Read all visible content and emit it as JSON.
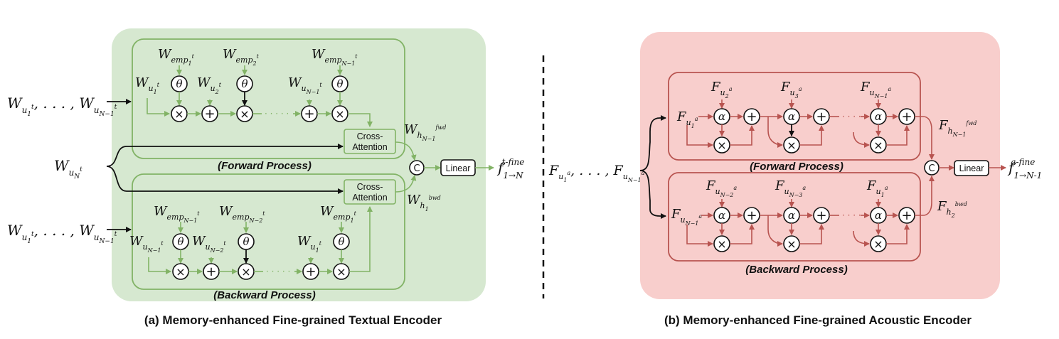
{
  "panel_a": {
    "caption": "(a) Memory-enhanced Fine-grained Textual Encoder",
    "forward_label": "(Forward Process)",
    "backward_label": "(Backward Process)",
    "cross_attention_fwd": [
      "Cross-",
      "Attention"
    ],
    "cross_attention_bwd": [
      "Cross-",
      "Attention"
    ],
    "linear": "Linear",
    "concat_symbol": "C",
    "theta_symbol": "θ",
    "input_fwd": "W_{u_1^t}, . . . , W_{u_{N-1}^t}",
    "input_mid": "W_{u_N^t}",
    "input_bwd": "W_{u_1^t}, . . . , W_{u_{N-1}^t}",
    "fwd_emp": [
      "W_{emp_1^t}",
      "W_{emp_2^t}",
      "W_{emp_{N-1}^t}"
    ],
    "fwd_w": [
      "W_{u_1^t}",
      "W_{u_2^t}",
      "W_{u_{N-1}^t}"
    ],
    "bwd_emp": [
      "W_{emp_{N-1}^t}",
      "W_{emp_{N-2}^t}",
      "W_{emp_1^t}"
    ],
    "bwd_w": [
      "W_{u_{N-1}^t}",
      "W_{u_{N-2}^t}",
      "W_{u_1^t}"
    ],
    "h_fwd": "W_{h_{N-1}^{fwd}}",
    "h_bwd": "W_{h_1^{bwd}}",
    "output": "f_{1→N}^{t-fine}"
  },
  "panel_b": {
    "caption": "(b) Memory-enhanced Fine-grained Acoustic Encoder",
    "forward_label": "(Forward Process)",
    "backward_label": "(Backward Process)",
    "linear": "Linear",
    "concat_symbol": "C",
    "alpha_symbol": "α",
    "input": "F_{u_1^a}, . . . , F_{u_{N-1}^a}",
    "fwd_first": "F_{u_1^a}",
    "bwd_first": "F_{u_{N-1}^a}",
    "fwd_top": [
      "F_{u_2^a}",
      "F_{u_3^a}",
      "F_{u_{N-1}^a}"
    ],
    "bwd_top": [
      "F_{u_{N-2}^a}",
      "F_{u_{N-3}^a}",
      "F_{u_1^a}"
    ],
    "h_fwd": "F_{h_{N-1}^{fwd}}",
    "h_bwd": "F_{h_2^{bwd}}",
    "output": "f_{1→N-1}^{a-fine}"
  },
  "colors": {
    "green_fill": "#d6e8d0",
    "green_stroke": "#82b366",
    "red_fill": "#f8cecc",
    "red_stroke": "#b85450"
  }
}
